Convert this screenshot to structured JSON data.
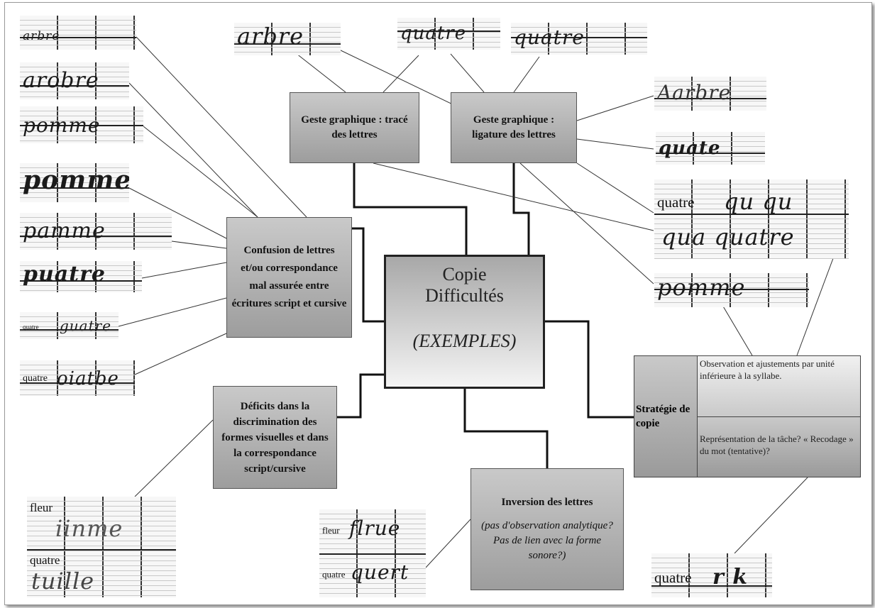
{
  "center": {
    "title_line1": "Copie",
    "title_line2": "Difficultés",
    "subtitle": "(EXEMPLES)"
  },
  "boxes": {
    "trace": "Geste graphique : tracé des lettres",
    "ligature": "Geste graphique : ligature des lettres",
    "confusion": "Confusion de lettres et/ou correspondance mal assurée entre écritures script et cursive",
    "deficits": "Déficits dans la discrimination des formes visuelles et dans la correspondance script/cursive",
    "inversion_title": "Inversion des lettres",
    "inversion_sub": "(pas d'observation analytique? Pas de lien avec la forme sonore?)"
  },
  "strategy": {
    "label": "Stratégie de copie",
    "cell1": "Observation et ajustements par unité inférieure à la syllabe.",
    "cell2": "Représentation de la tâche? « Recodage » du mot (tentative)?"
  },
  "samples": {
    "s_arbre_small": "arbre",
    "s_arbre_cursive": "arobre",
    "s_pomme_strike": "pomme",
    "s_pomme_big": "pomme",
    "s_pamme": "pamme",
    "s_puatre": "puatre",
    "s_quatre_guatre_label": "quatre",
    "s_quatre_guatre_hw": "guatre",
    "s_quatre_oiatbe_label": "quatre",
    "s_quatre_oiatbe_hw": "oiatbe",
    "s_top_arbre": "arbre",
    "s_top_quatre": "quatre",
    "s_top_quatre2": "quatre",
    "s_right_arbre": "Aarbre",
    "s_right_quate": "quate",
    "s_right_quatre_label": "quatre",
    "s_right_quatre_hw1": "qu qu",
    "s_right_quatre_hw2": "qua quatre",
    "s_right_pomme": "pomme",
    "s_fleur_label": "fleur",
    "s_fleur_hw": "iinme",
    "s_fleur_quatre_label": "quatre",
    "s_fleur_quatre_hw": "tuille",
    "s_flue_fleur_label": "fleur",
    "s_flue_hw": "flrue",
    "s_flue_quatre_label": "quatre",
    "s_flue_quatre_hw": "quert",
    "s_rk_label": "quatre",
    "s_rk_hw": "r k"
  }
}
